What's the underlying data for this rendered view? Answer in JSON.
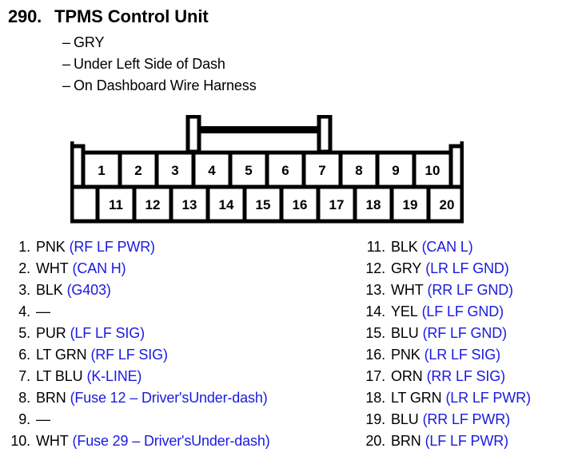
{
  "header": {
    "number": "290.",
    "title": "TPMS Control Unit",
    "dash": "–",
    "details": [
      "GRY",
      "Under Left Side of Dash",
      "On Dashboard Wire Harness"
    ]
  },
  "connector": {
    "name": "20-pin connector diagram",
    "top_row_pins": [
      "1",
      "2",
      "3",
      "4",
      "5",
      "6",
      "7",
      "8",
      "9",
      "10"
    ],
    "bottom_row_pins": [
      "11",
      "12",
      "13",
      "14",
      "15",
      "16",
      "17",
      "18",
      "19",
      "20"
    ],
    "outline_color": "#000000",
    "fill_color": "#ffffff"
  },
  "colors": {
    "wire_color_text": "#000000",
    "circuit_desc_text": "#1a1ae0",
    "background": "#ffffff"
  },
  "pins": {
    "left_column": [
      {
        "num": "1.",
        "color": "PNK",
        "desc": "(RF LF PWR)"
      },
      {
        "num": "2.",
        "color": "WHT",
        "desc": "(CAN H)"
      },
      {
        "num": "3.",
        "color": "BLK",
        "desc": "(G403)"
      },
      {
        "num": "4.",
        "color": "—",
        "desc": ""
      },
      {
        "num": "5.",
        "color": "PUR",
        "desc": "(LF LF SIG)"
      },
      {
        "num": "6.",
        "color": "LT GRN",
        "desc": "(RF LF SIG)"
      },
      {
        "num": "7.",
        "color": "LT BLU",
        "desc": "(K-LINE)"
      },
      {
        "num": "8.",
        "color": "BRN",
        "desc": "(Fuse 12 – Driver'sUnder-dash)"
      },
      {
        "num": "9.",
        "color": "—",
        "desc": ""
      },
      {
        "num": "10.",
        "color": "WHT",
        "desc": "(Fuse 29 – Driver'sUnder-dash)"
      }
    ],
    "right_column": [
      {
        "num": "11.",
        "color": "BLK",
        "desc": "(CAN L)"
      },
      {
        "num": "12.",
        "color": "GRY",
        "desc": "(LR LF GND)"
      },
      {
        "num": "13.",
        "color": "WHT",
        "desc": "(RR LF GND)"
      },
      {
        "num": "14.",
        "color": "YEL",
        "desc": "(LF LF GND)"
      },
      {
        "num": "15.",
        "color": "BLU",
        "desc": "(RF LF GND)"
      },
      {
        "num": "16.",
        "color": "PNK",
        "desc": "(LR LF SIG)"
      },
      {
        "num": "17.",
        "color": "ORN",
        "desc": "(RR LF SIG)"
      },
      {
        "num": "18.",
        "color": "LT GRN",
        "desc": "(LR LF PWR)"
      },
      {
        "num": "19.",
        "color": "BLU",
        "desc": "(RR LF PWR)"
      },
      {
        "num": "20.",
        "color": "BRN",
        "desc": "(LF LF PWR)"
      }
    ]
  }
}
